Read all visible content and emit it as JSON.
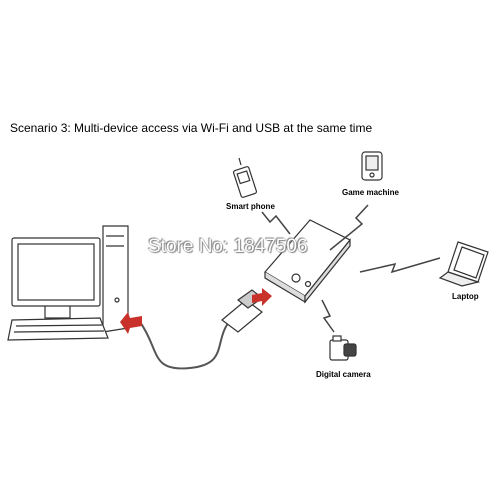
{
  "diagram": {
    "title": "Scenario 3: Multi-device access via Wi-Fi and USB at the same time",
    "labels": {
      "smart_phone": "Smart phone",
      "game_machine": "Game machine",
      "laptop": "Laptop",
      "digital_camera": "Digital camera"
    },
    "watermark": "Store No: 1847506",
    "colors": {
      "accent": "#c8322a",
      "line": "#333333"
    }
  }
}
